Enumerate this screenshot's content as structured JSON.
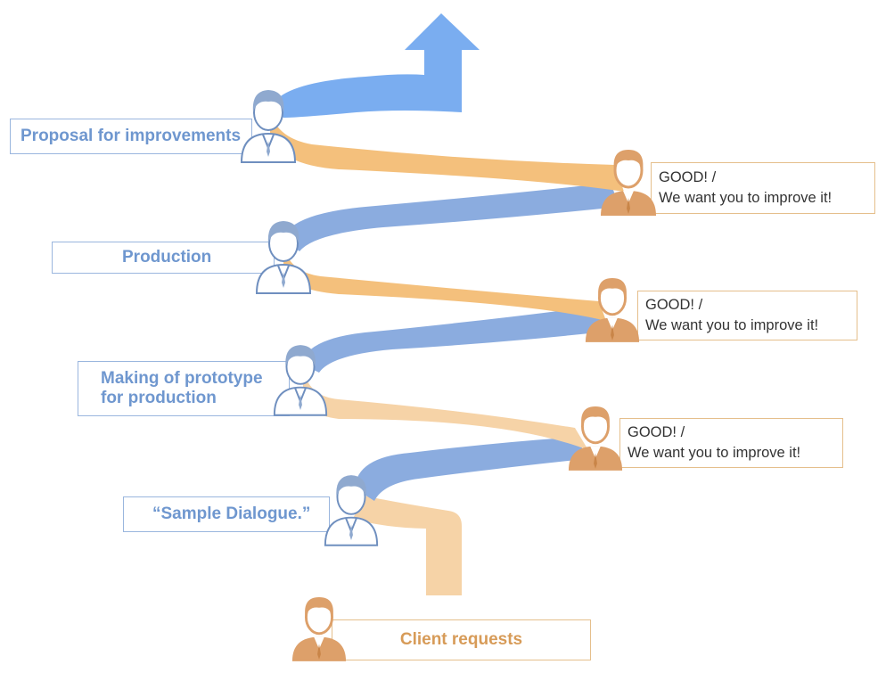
{
  "colors": {
    "blue_person": "#8fa9cf",
    "blue_person_outline": "#6f8fbf",
    "orange_person": "#dda06a",
    "blue_band": "#8bacdf",
    "arrow_blue": "#7aadf0",
    "orange_band": "#f4c07c",
    "orange_band_pale": "#f6d3a7",
    "blue_text": "#6f97cf",
    "orange_text": "#d79b58"
  },
  "steps": [
    {
      "label": "Proposal for improvements",
      "icon": "businessman-icon"
    },
    {
      "label": "Production",
      "icon": "businessman-icon"
    },
    {
      "label": "Making of prototype\nfor production",
      "icon": "businessman-icon"
    },
    {
      "label": "“Sample Dialogue.”",
      "icon": "businessman-icon"
    }
  ],
  "feedback": [
    {
      "line1": "GOOD! /",
      "line2": "We want you to improve it!",
      "icon": "client-person-icon"
    },
    {
      "line1": "GOOD! /",
      "line2": "We want you to improve it!",
      "icon": "client-person-icon"
    },
    {
      "line1": "GOOD! /",
      "line2": "We want you to improve it!",
      "icon": "client-person-icon"
    }
  ],
  "start": {
    "label": "Client requests",
    "icon": "client-person-icon"
  },
  "end": {
    "icon": "up-arrow-icon"
  }
}
